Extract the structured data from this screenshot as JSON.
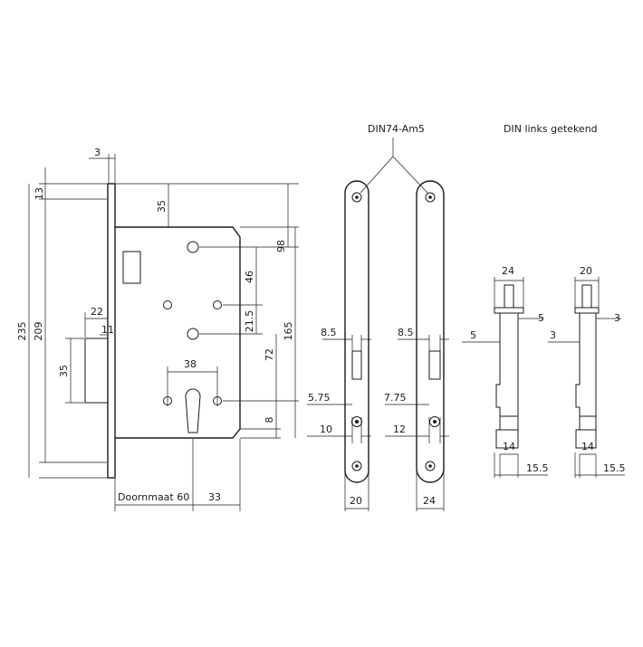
{
  "labels": {
    "din_spec": "DIN74-Am5",
    "din_left": "DIN links getekend",
    "doornmaat": "Doornmaat 60"
  },
  "dimensions": {
    "d3_top": "3",
    "d13": "13",
    "d235": "235",
    "d209": "209",
    "d35_top": "35",
    "d98": "98",
    "d46": "46",
    "d21_5": "21.5",
    "d72": "72",
    "d165": "165",
    "d8": "8",
    "d22": "22",
    "d11": "11",
    "d35_bolt": "35",
    "d38": "38",
    "d33": "33",
    "f1_8_5": "8.5",
    "f1_5_75": "5.75",
    "f1_10": "10",
    "f1_20": "20",
    "f2_8_5": "8.5",
    "f2_7_75": "7.75",
    "f2_12": "12",
    "f2_24": "24",
    "s1_24": "24",
    "s1_5_right": "5",
    "s1_5_left": "5",
    "s1_14": "14",
    "s1_15_5": "15.5",
    "s2_20": "20",
    "s2_3_right": "3",
    "s2_3_left": "3",
    "s2_14": "14",
    "s2_15_5": "15.5"
  }
}
